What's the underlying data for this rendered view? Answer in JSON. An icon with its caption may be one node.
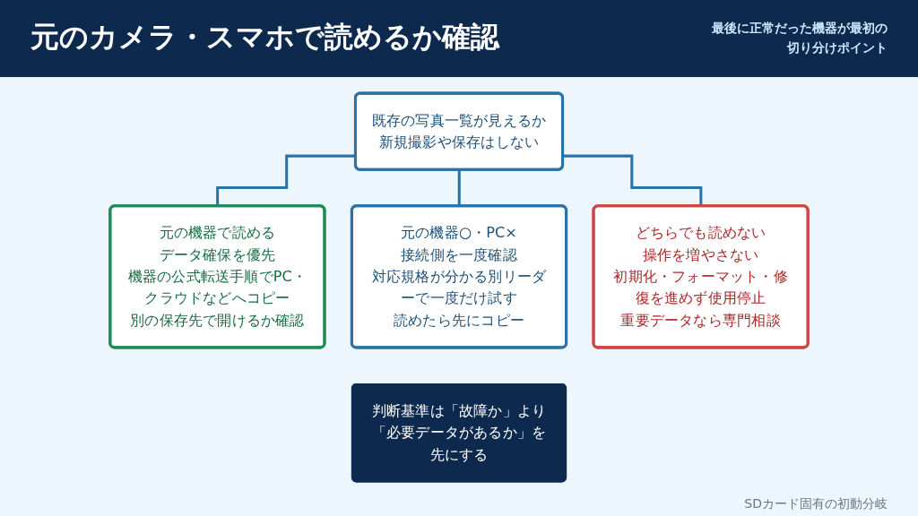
{
  "diagram": {
    "title": "元のカメラ・スマホで読めるか確認",
    "caption": "SDカード固有の初動分岐",
    "nodes": [
      {
        "text": [
          "既存の写真一覧が見えるか",
          "新規撮影や保存はしない"
        ]
      },
      {
        "text": [
          "元の機器で読める",
          "データ確保を優先",
          "機器の公式転送手順でPC・クラウドなどへコピー",
          "別の保存先で開けるか確認"
        ]
      },
      {
        "text": [
          "元の機器○・PC×",
          "接続側を一度確認",
          "対応規格が分かる別リーダーで一度だけ試す",
          "読めたら先にコピー"
        ]
      },
      {
        "text": [
          "どちらでも読めない",
          "操作を増やさない",
          "初期化・フォーマット・修復を進めず使用停止",
          "重要データなら専門相談"
        ]
      },
      {
        "text": [
          "判断基準は「故障か」より「必要データがあるか」を先にする"
        ]
      }
    ],
    "edges": [
      {
        "from": 0,
        "to": 1,
        "arrow": "none"
      },
      {
        "from": 0,
        "to": 2,
        "arrow": "none"
      },
      {
        "from": 0,
        "to": 3,
        "arrow": "none"
      }
    ],
    "labels": [
      "最後に正常だった機器が最初の切り分けポイント"
    ]
  }
}
